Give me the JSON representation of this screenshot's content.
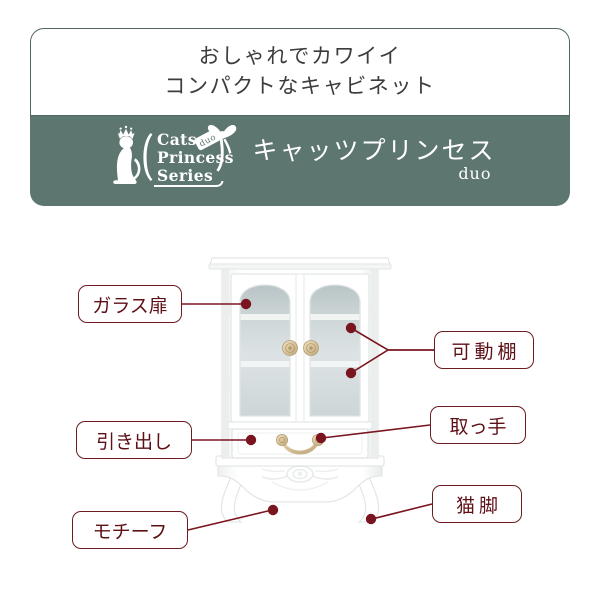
{
  "header": {
    "line1": "おしゃれでカワイイ",
    "line2": "コンパクトなキャビネット"
  },
  "brand": {
    "logo_line1": "Cats",
    "logo_line2": "Princess",
    "logo_line3": "Series",
    "logo_ribbon_text": "duo",
    "name_jp": "キャッツプリンセス",
    "variant": "duo",
    "banner_color": "#5d7670",
    "logo_color": "#ffffff"
  },
  "callouts": [
    {
      "id": "glass-door",
      "label": "ガラス扉"
    },
    {
      "id": "adjustable-shelf",
      "label": "可動棚"
    },
    {
      "id": "drawer",
      "label": "引き出し"
    },
    {
      "id": "handle",
      "label": "取っ手"
    },
    {
      "id": "motif",
      "label": "モチーフ"
    },
    {
      "id": "cat-legs",
      "label": "猫脚"
    }
  ],
  "theme": {
    "callout_border": "#6e1b22",
    "callout_text": "#5d1016",
    "leader_line": "#7a1520",
    "marker_dot": "#7a1520",
    "header_text": "#3c3c3c",
    "header_border": "#4f6760",
    "page_background": "#ffffff"
  },
  "product": {
    "body_color": "#ffffff",
    "glass_color": "#c9d3d4",
    "hardware_color": "#d8c49a",
    "shadow_color": "#e3e6e6"
  }
}
